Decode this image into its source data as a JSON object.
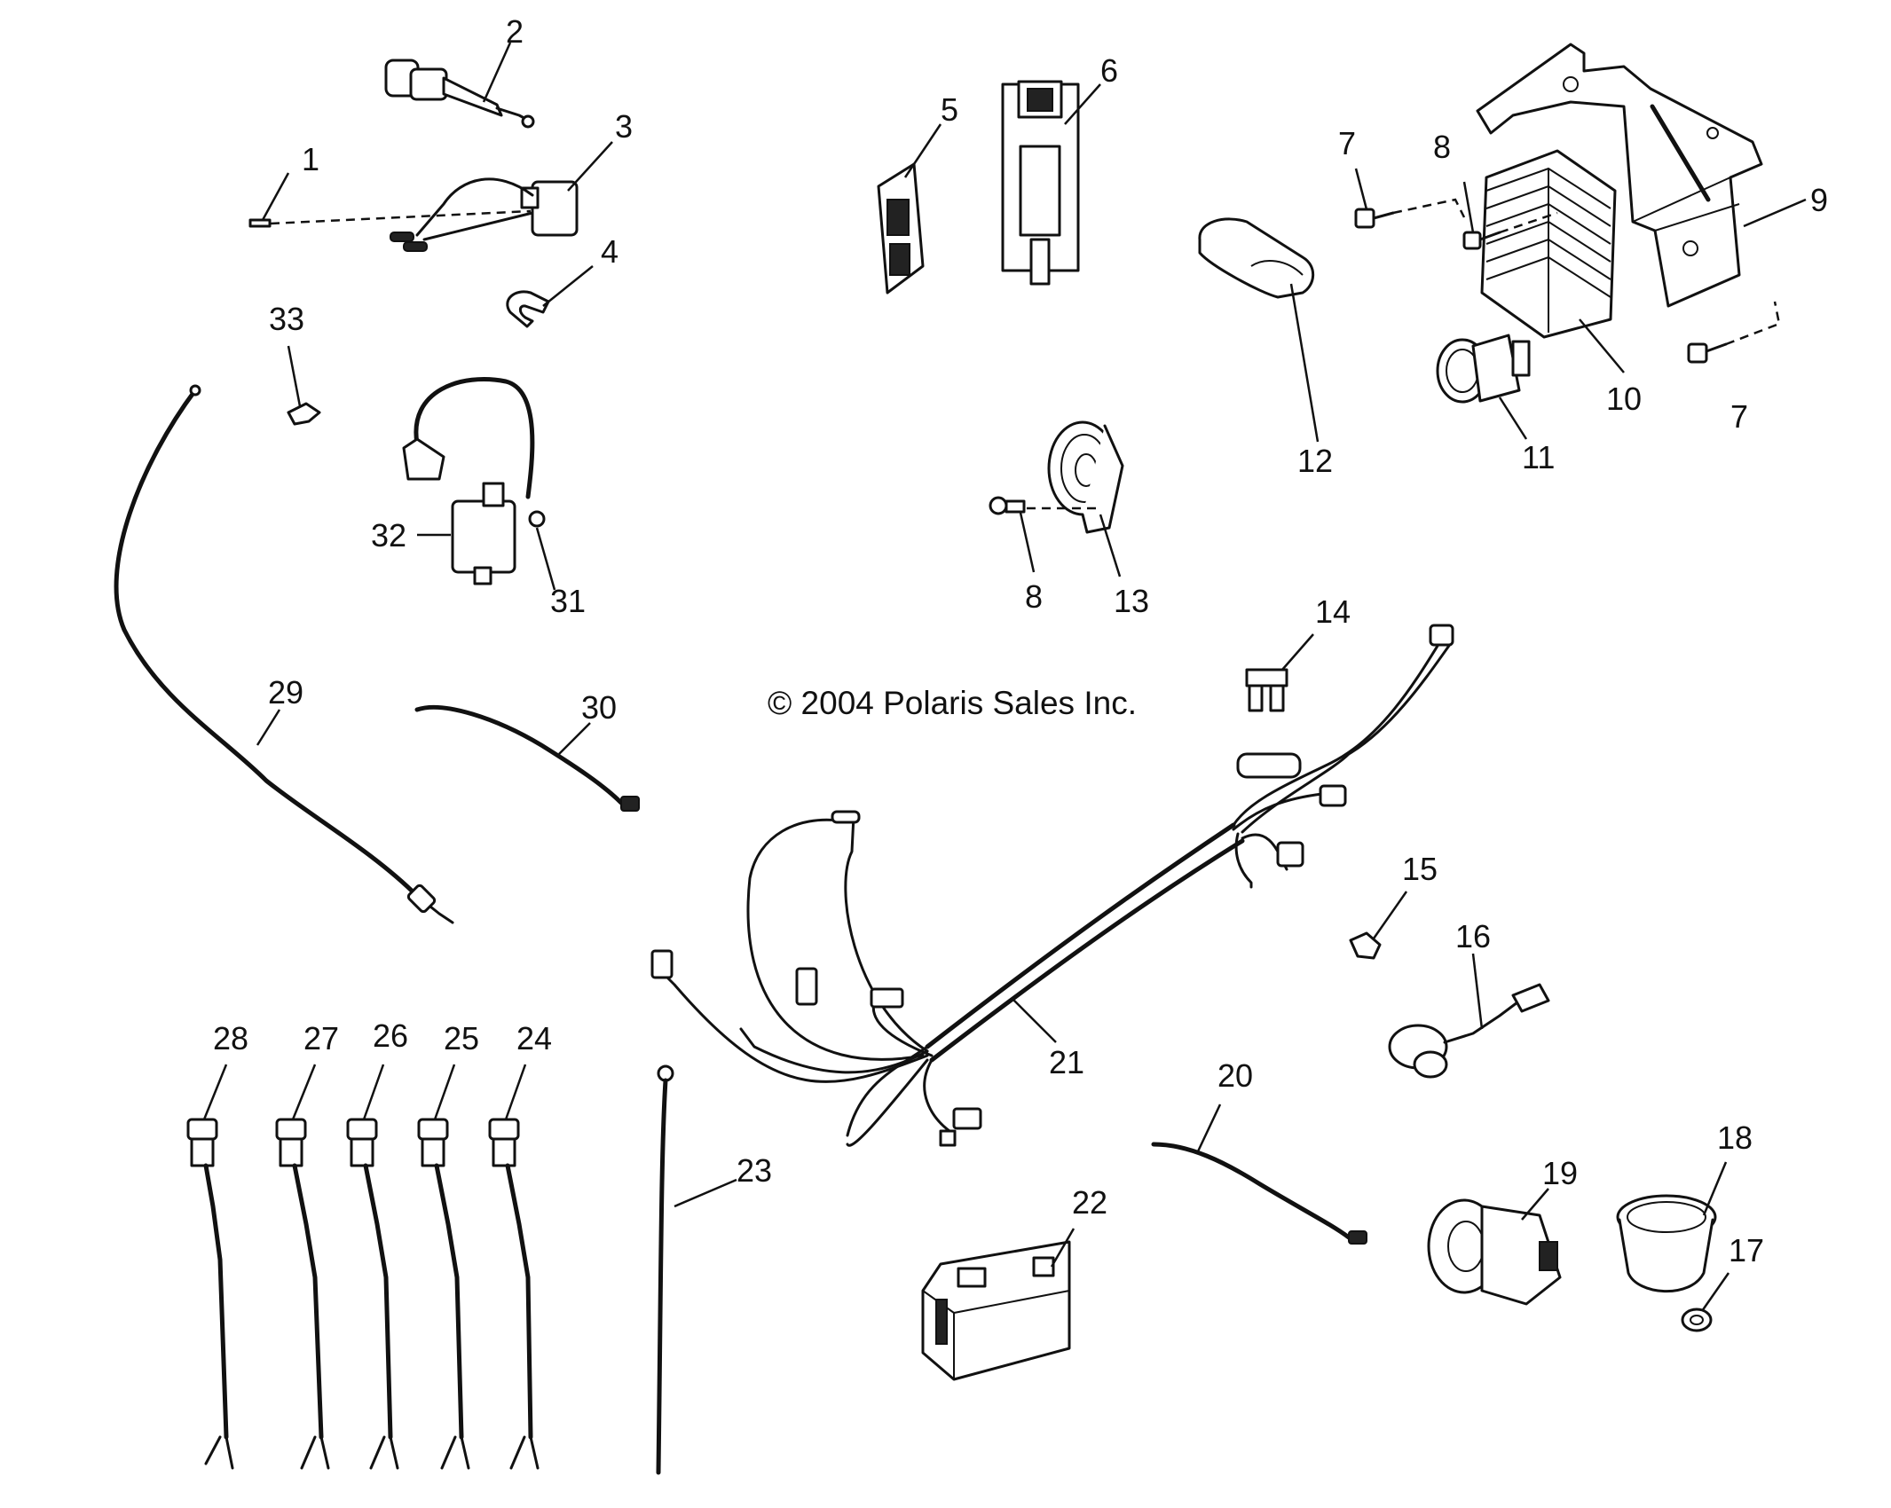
{
  "diagram": {
    "copyright": "© 2004 Polaris Sales Inc.",
    "callouts": {
      "c1": "1",
      "c2": "2",
      "c3": "3",
      "c4": "4",
      "c5": "5",
      "c6": "6",
      "c7a": "7",
      "c7b": "7",
      "c8a": "8",
      "c8b": "8",
      "c9": "9",
      "c10": "10",
      "c11": "11",
      "c12": "12",
      "c13": "13",
      "c14": "14",
      "c15": "15",
      "c16": "16",
      "c17": "17",
      "c18": "18",
      "c19": "19",
      "c20": "20",
      "c21": "21",
      "c22": "22",
      "c23": "23",
      "c24": "24",
      "c25": "25",
      "c26": "26",
      "c27": "27",
      "c28": "28",
      "c29": "29",
      "c30": "30",
      "c31": "31",
      "c32": "32",
      "c33": "33"
    }
  }
}
